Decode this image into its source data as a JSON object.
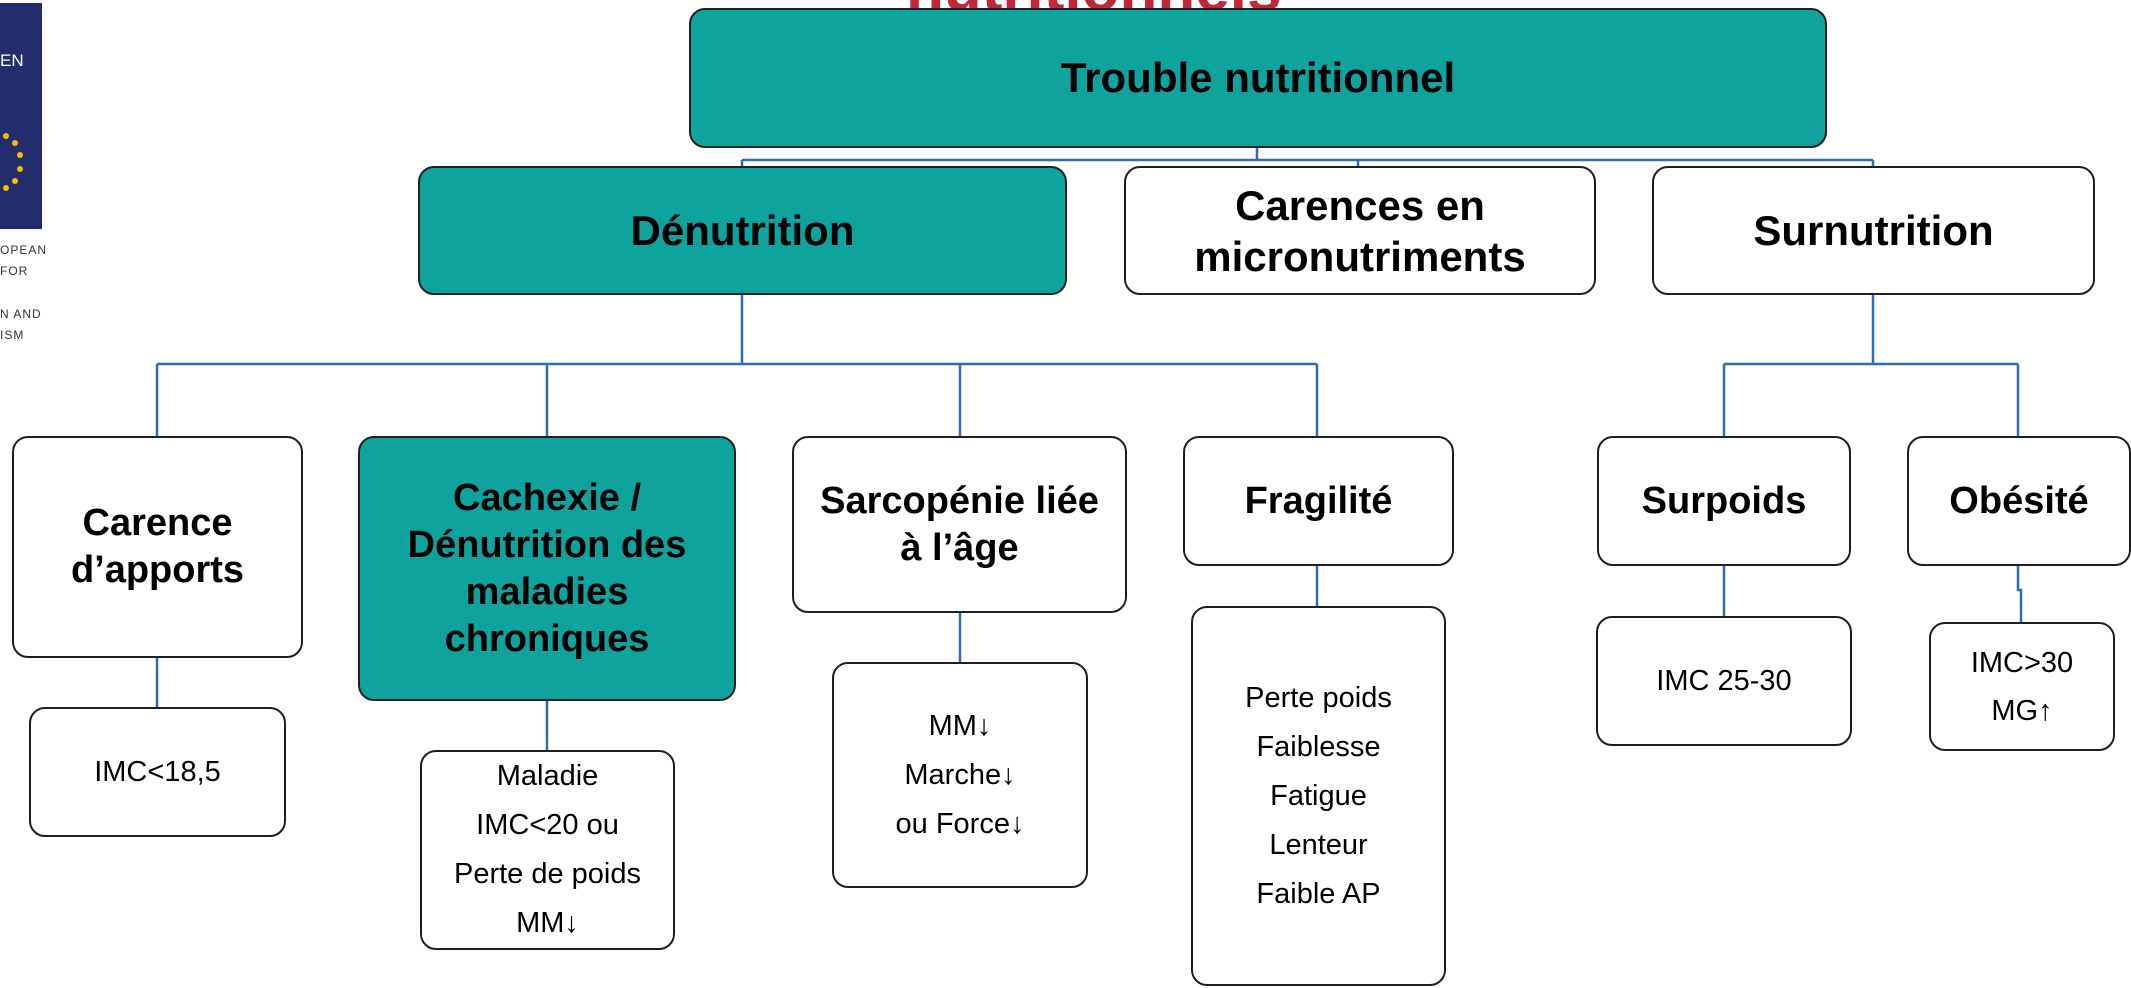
{
  "logo": {
    "text_en": "EN",
    "line1": "OPEAN",
    "line2": "FOR",
    "line3": "N AND",
    "line4": "ISM"
  },
  "title_fragment": "nutritionnels",
  "root": {
    "label": "Trouble nutritionnel"
  },
  "level1": {
    "denutrition": "Dénutrition",
    "carences": [
      "Carences en",
      "micronutriments"
    ],
    "surnutrition": "Surnutrition"
  },
  "level2": {
    "carence_apports": [
      "Carence",
      "d’apports"
    ],
    "cachexie": [
      "Cachexie /",
      "Dénutrition des",
      "maladies",
      "chroniques"
    ],
    "sarcopenie": [
      "Sarcopénie liée",
      "à l’âge"
    ],
    "fragilite": "Fragilité",
    "surpoids": "Surpoids",
    "obesite": "Obésité"
  },
  "criteria": {
    "carence_apports": [
      "IMC<18,5"
    ],
    "cachexie": [
      "Maladie",
      "IMC<20 ou",
      "Perte de poids",
      "MM↓"
    ],
    "sarcopenie": [
      "MM↓",
      "Marche↓",
      "ou Force↓"
    ],
    "fragilite": [
      "Perte poids",
      "Faiblesse",
      "Fatigue",
      "Lenteur",
      "Faible AP"
    ],
    "surpoids": [
      "IMC 25-30"
    ],
    "obesite": [
      "IMC>30",
      "MG↑"
    ]
  },
  "colors": {
    "teal": "#0ea39c",
    "connector": "#2e6db4",
    "border": "#1f1f1f"
  }
}
